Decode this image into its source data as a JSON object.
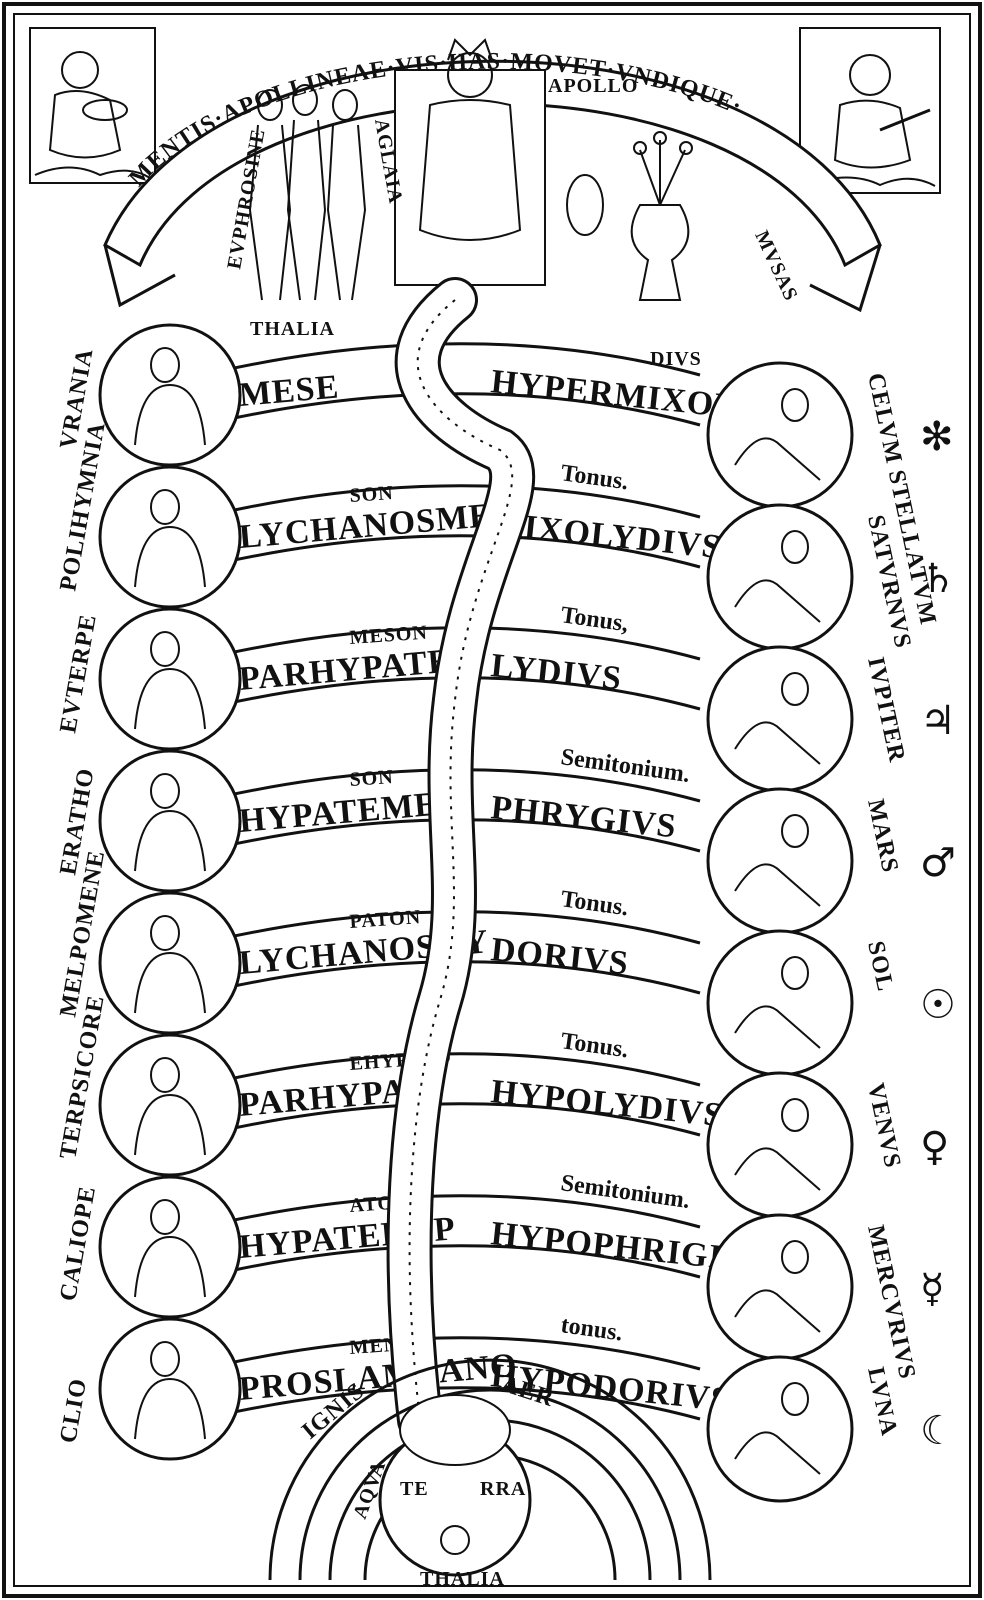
{
  "banner": {
    "motto": "MENTIS·APOLLINEAE·VIS·HAS·MOVET·VNDIQUE·",
    "motto_end": "MVSAS",
    "apollo": "APOLLO",
    "graces": [
      "EVPHROSINE",
      "AGLAIA"
    ],
    "thalia_top": "THALIA"
  },
  "muses": [
    "VRANIA",
    "POLIHYMNIA",
    "EVTERPE",
    "ERATHO",
    "MELPOMENE",
    "TERPSICORE",
    "CALIOPE",
    "CLIO"
  ],
  "bands": [
    {
      "small": "",
      "note": "MESE",
      "mode": "HYPERMIXOLY",
      "mode_suffix": "DIVS",
      "planet": "CELVM STELLATVM",
      "symbol": "✻"
    },
    {
      "small": "SON",
      "note": "LYCHANOSME",
      "mode": "MIXOLYDIVS",
      "mode_suffix": "",
      "planet": "SATVRNVS",
      "symbol": "♄"
    },
    {
      "small": "MESON",
      "note": "PARHYPATE",
      "mode": "LYDIVS",
      "mode_suffix": "",
      "planet": "IVPITER",
      "symbol": "♃"
    },
    {
      "small": "SON",
      "note": "HYPATEME",
      "mode": "PHRYGIVS",
      "mode_suffix": "",
      "planet": "MARS",
      "symbol": "♂"
    },
    {
      "small": "PATON",
      "note": "LYCHANOSHY",
      "mode": "DORIVS",
      "mode_suffix": "",
      "planet": "SOL",
      "symbol": "☉"
    },
    {
      "small": "EHYPATO",
      "note": "PARHYPAT",
      "mode": "HYPOLYDIVS",
      "mode_suffix": "",
      "planet": "VENVS",
      "symbol": "♀"
    },
    {
      "small": "ATON",
      "note": "HYPATEHYP",
      "mode": "HYPOPHRIGIVS",
      "mode_suffix": "",
      "planet": "MERCVRIVS",
      "symbol": "☿"
    },
    {
      "small": "MENE",
      "note": "PROSLAMBANO",
      "mode": "HYPODORIVS",
      "mode_suffix": "",
      "planet": "LVNA",
      "symbol": "☾"
    }
  ],
  "intervals": [
    "Tonus.",
    "Tonus,",
    "Semitonium.",
    "Tonus.",
    "Tonus.",
    "Semitonium.",
    "tonus."
  ],
  "elements": {
    "ignis": "IGNIS",
    "aer": "AER",
    "aqua": "AQVA",
    "terra_left": "TE",
    "terra_right": "RRA",
    "thalia_bottom": "THALIA"
  }
}
